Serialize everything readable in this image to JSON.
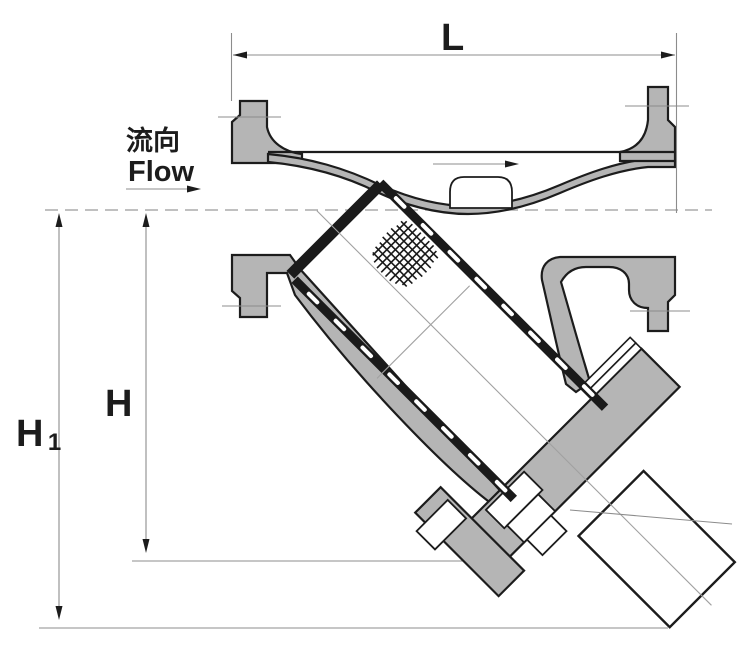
{
  "figure": {
    "type": "technical-sectional-drawing",
    "subject": "Y-type strainer (Y-strainer) cross section with dimension callouts"
  },
  "labels": {
    "length": "L",
    "height": "H",
    "height_total_main": "H",
    "height_total_sub": "1",
    "flow_cn": "流向",
    "flow_en": "Flow"
  },
  "colors": {
    "body_fill": "#b5b5b5",
    "outline": "#1c1c1c",
    "thin_line": "#8c8c8c",
    "screen_black": "#1a1a1a",
    "background": "#ffffff"
  }
}
